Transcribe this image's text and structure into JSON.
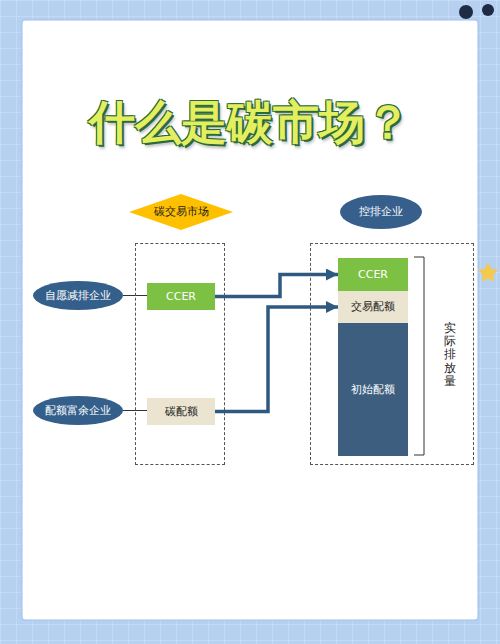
{
  "diagram": {
    "title": "什么是碳市场？",
    "nodes": [
      {
        "text": [
          "碳交易市场"
        ]
      },
      {
        "text": [
          "控排企业"
        ]
      },
      {
        "text": [
          "自愿减排企业"
        ]
      },
      {
        "text": [
          "CCER"
        ],
        "in": 0
      },
      {
        "text": [
          "CCER"
        ],
        "in": 1
      },
      {
        "text": [
          "交易配额"
        ],
        "in": 1
      },
      {
        "text": [
          "配额富余企业"
        ]
      },
      {
        "text": [
          "碳配额"
        ],
        "in": 0
      },
      {
        "text": [
          "初始配额"
        ],
        "in": 1
      }
    ],
    "edges": [
      {
        "from": 2,
        "to": 3,
        "arrow": "none"
      },
      {
        "from": 3,
        "to": 4,
        "arrow": "to"
      },
      {
        "from": 6,
        "to": 7,
        "arrow": "none"
      },
      {
        "from": 7,
        "to": 5,
        "arrow": "to"
      }
    ],
    "labels": [
      "实际排放量"
    ]
  }
}
